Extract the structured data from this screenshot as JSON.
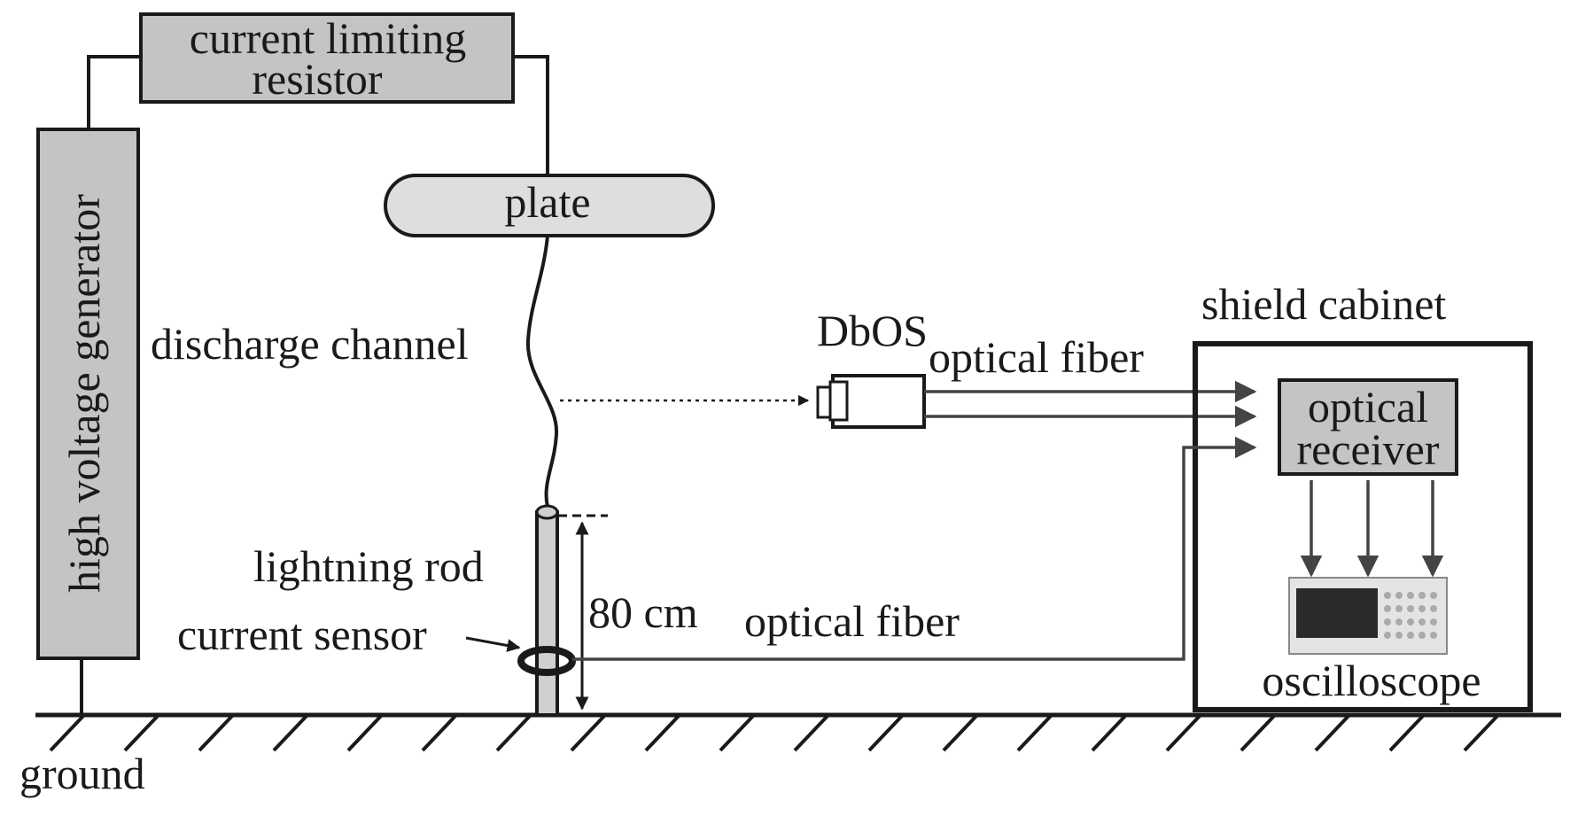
{
  "labels": {
    "resistor_line1": "current limiting",
    "resistor_line2": "resistor",
    "generator": "high voltage generator",
    "plate": "plate",
    "discharge_channel": "discharge channel",
    "dbos": "DbOS",
    "optical_fiber_top": "optical fiber",
    "shield_cabinet": "shield cabinet",
    "receiver_line1": "optical",
    "receiver_line2": "receiver",
    "lightning_rod": "lightning rod",
    "rod_height": "80 cm",
    "current_sensor": "current sensor",
    "optical_fiber_bottom": "optical fiber",
    "oscilloscope": "oscilloscope",
    "ground": "ground"
  },
  "colors": {
    "box_fill": "#c4c4c4",
    "plate_fill": "#dedede",
    "line": "#1a1a1a",
    "arrow": "#444444",
    "screen": "#2a2a2a"
  }
}
